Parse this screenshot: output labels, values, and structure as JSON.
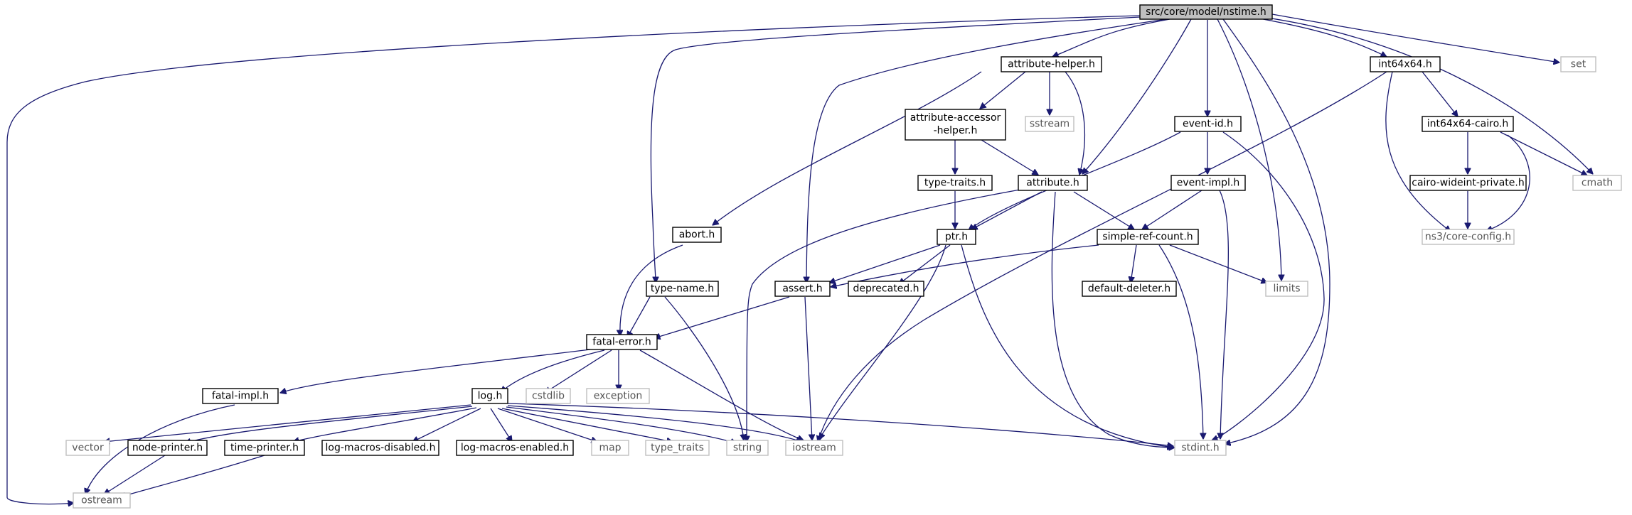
{
  "graph": {
    "nodes": {
      "nstime": {
        "label": "src/core/model/nstime.h",
        "kind": "root"
      },
      "set": {
        "label": "set",
        "kind": "external"
      },
      "attribute_helper": {
        "label": "attribute-helper.h",
        "kind": "local"
      },
      "int64x64": {
        "label": "int64x64.h",
        "kind": "local"
      },
      "attr_accessor_l1": {
        "label": "attribute-accessor",
        "kind": "local"
      },
      "attr_accessor_l2": {
        "label": "-helper.h",
        "kind": "local"
      },
      "sstream": {
        "label": "sstream",
        "kind": "external"
      },
      "event_id": {
        "label": "event-id.h",
        "kind": "local"
      },
      "int64x64_cairo": {
        "label": "int64x64-cairo.h",
        "kind": "local"
      },
      "type_traits_h": {
        "label": "type-traits.h",
        "kind": "local"
      },
      "attribute": {
        "label": "attribute.h",
        "kind": "local"
      },
      "event_impl": {
        "label": "event-impl.h",
        "kind": "local"
      },
      "cairo_wideint": {
        "label": "cairo-wideint-private.h",
        "kind": "local"
      },
      "cmath": {
        "label": "cmath",
        "kind": "external"
      },
      "abort": {
        "label": "abort.h",
        "kind": "local"
      },
      "ptr": {
        "label": "ptr.h",
        "kind": "local"
      },
      "simple_ref_count": {
        "label": "simple-ref-count.h",
        "kind": "local"
      },
      "core_config": {
        "label": "ns3/core-config.h",
        "kind": "external"
      },
      "type_name": {
        "label": "type-name.h",
        "kind": "local"
      },
      "assert": {
        "label": "assert.h",
        "kind": "local"
      },
      "deprecated": {
        "label": "deprecated.h",
        "kind": "local"
      },
      "default_deleter": {
        "label": "default-deleter.h",
        "kind": "local"
      },
      "limits": {
        "label": "limits",
        "kind": "external"
      },
      "fatal_error": {
        "label": "fatal-error.h",
        "kind": "local"
      },
      "fatal_impl": {
        "label": "fatal-impl.h",
        "kind": "local"
      },
      "log": {
        "label": "log.h",
        "kind": "local"
      },
      "cstdlib": {
        "label": "cstdlib",
        "kind": "external"
      },
      "exception": {
        "label": "exception",
        "kind": "external"
      },
      "vector": {
        "label": "vector",
        "kind": "external"
      },
      "node_printer": {
        "label": "node-printer.h",
        "kind": "local"
      },
      "time_printer": {
        "label": "time-printer.h",
        "kind": "local"
      },
      "log_macros_disabled": {
        "label": "log-macros-disabled.h",
        "kind": "local"
      },
      "log_macros_enabled": {
        "label": "log-macros-enabled.h",
        "kind": "local"
      },
      "map": {
        "label": "map",
        "kind": "external"
      },
      "type_traits": {
        "label": "type_traits",
        "kind": "external"
      },
      "string": {
        "label": "string",
        "kind": "external"
      },
      "iostream": {
        "label": "iostream",
        "kind": "external"
      },
      "stdint": {
        "label": "stdint.h",
        "kind": "external"
      },
      "ostream": {
        "label": "ostream",
        "kind": "external"
      }
    }
  },
  "colors": {
    "edge": "#191970",
    "root_fill": "#bfbfbf",
    "local_border": "#000000",
    "external_border": "#bfbfbf",
    "external_text": "#555555"
  }
}
